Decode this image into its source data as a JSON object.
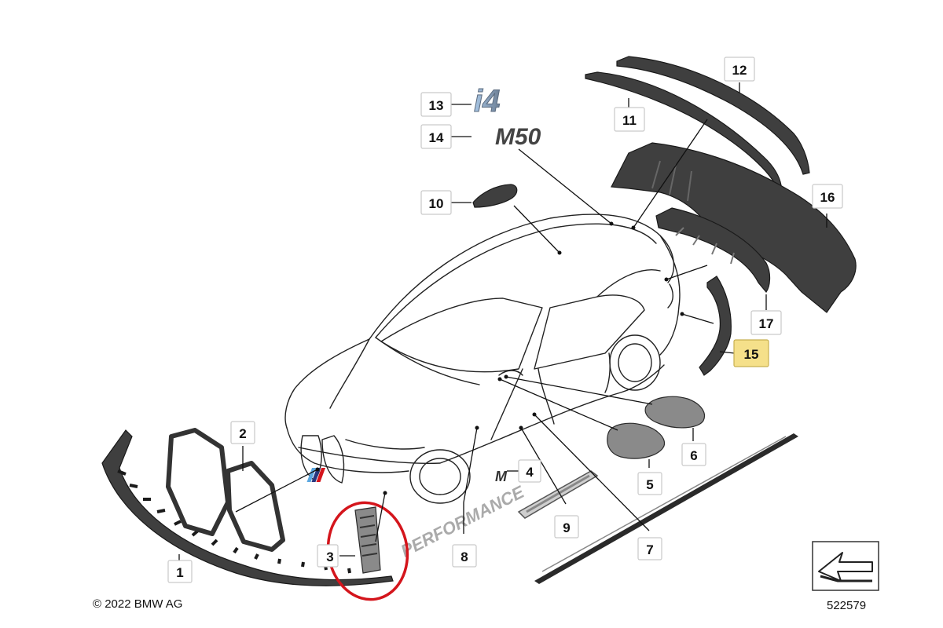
{
  "copyright": "© 2022 BMW AG",
  "diagram_id": "522579",
  "badges": {
    "i4": "i4",
    "m50": "M50",
    "m_badge": "M",
    "performance": "PERFORMANCE"
  },
  "callouts": [
    {
      "id": "1",
      "label": "1",
      "highlighted": false
    },
    {
      "id": "2",
      "label": "2",
      "highlighted": false
    },
    {
      "id": "3",
      "label": "3",
      "highlighted": false
    },
    {
      "id": "4",
      "label": "4",
      "highlighted": false
    },
    {
      "id": "5",
      "label": "5",
      "highlighted": false
    },
    {
      "id": "6",
      "label": "6",
      "highlighted": false
    },
    {
      "id": "7",
      "label": "7",
      "highlighted": false
    },
    {
      "id": "8",
      "label": "8",
      "highlighted": false
    },
    {
      "id": "9",
      "label": "9",
      "highlighted": false
    },
    {
      "id": "10",
      "label": "10",
      "highlighted": false
    },
    {
      "id": "11",
      "label": "11",
      "highlighted": false
    },
    {
      "id": "12",
      "label": "12",
      "highlighted": false
    },
    {
      "id": "13",
      "label": "13",
      "highlighted": false
    },
    {
      "id": "14",
      "label": "14",
      "highlighted": false
    },
    {
      "id": "15",
      "label": "15",
      "highlighted": true
    },
    {
      "id": "16",
      "label": "16",
      "highlighted": false
    },
    {
      "id": "17",
      "label": "17",
      "highlighted": false
    }
  ],
  "colors": {
    "highlight": "#f5e08a",
    "red_circle": "#d4151c",
    "m_blue_light": "#5aa7e0",
    "m_blue_dark": "#27377f",
    "m_red": "#d4151c"
  }
}
